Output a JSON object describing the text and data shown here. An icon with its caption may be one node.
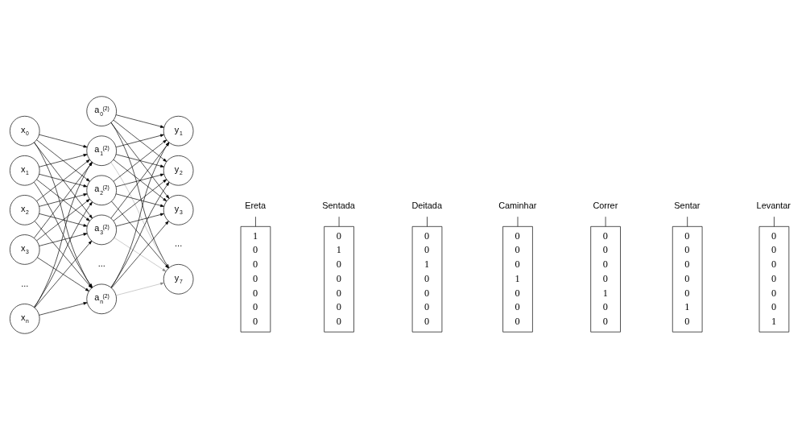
{
  "diagram": {
    "nodes": [
      {
        "text": [
          "x$_{0}$"
        ]
      },
      {
        "text": [
          "x$_{1}$"
        ]
      },
      {
        "text": [
          "x$_{2}$"
        ]
      },
      {
        "text": [
          "x$_{3}$"
        ]
      },
      {
        "text": [
          "x$_{n}$"
        ]
      },
      {
        "text": [
          "a$_{0}$$^{(2)}$"
        ]
      },
      {
        "text": [
          "a$_{1}$$^{(2)}$"
        ]
      },
      {
        "text": [
          "a$_{2}$$^{(2)}$"
        ]
      },
      {
        "text": [
          "a$_{3}$$^{(2)}$"
        ]
      },
      {
        "text": [
          "a$_{n}$$^{(2)}$"
        ]
      },
      {
        "text": [
          "y$_{1}$"
        ]
      },
      {
        "text": [
          "y$_{2}$"
        ]
      },
      {
        "text": [
          "y$_{3}$"
        ]
      },
      {
        "text": [
          "y$_{7}$"
        ]
      },
      {
        "text": [
          "Ereta"
        ]
      },
      {
        "text": [
          "Deitada"
        ]
      },
      {
        "text": [
          "Correr"
        ]
      },
      {
        "text": [
          "Levantar"
        ]
      },
      {
        "text": [
          "1 0 0 0 0 0 0"
        ]
      },
      {
        "text": [
          "0 1 0 0 0 0 0"
        ]
      },
      {
        "text": [
          "0 0 1 0 0 0 0"
        ]
      },
      {
        "text": [
          "0 0 0 1 0 0 0"
        ]
      },
      {
        "text": [
          "0 0 0 0 1 0 0"
        ]
      },
      {
        "text": [
          "0 0 0 0 0 1 0"
        ]
      },
      {
        "text": [
          "0 0 0 0 0 0 1"
        ]
      },
      {
        "text": [
          "Sentada"
        ]
      },
      {
        "text": [
          "Caminhar"
        ]
      },
      {
        "text": [
          "Sentar"
        ]
      }
    ],
    "edges": [
      {
        "from": 0,
        "to": 6,
        "arrow": "to"
      },
      {
        "from": 0,
        "to": 7,
        "arrow": "to"
      },
      {
        "from": 0,
        "to": 8,
        "arrow": "to"
      },
      {
        "from": 0,
        "to": 9,
        "arrow": "to"
      },
      {
        "from": 1,
        "to": 6,
        "arrow": "to"
      },
      {
        "from": 1,
        "to": 7,
        "arrow": "to"
      },
      {
        "from": 1,
        "to": 8,
        "arrow": "to"
      },
      {
        "from": 1,
        "to": 9,
        "arrow": "to"
      },
      {
        "from": 2,
        "to": 6,
        "arrow": "to"
      },
      {
        "from": 2,
        "to": 7,
        "arrow": "to"
      },
      {
        "from": 2,
        "to": 8,
        "arrow": "to"
      },
      {
        "from": 2,
        "to": 9,
        "arrow": "to"
      },
      {
        "from": 3,
        "to": 6,
        "arrow": "to"
      },
      {
        "from": 3,
        "to": 7,
        "arrow": "to"
      },
      {
        "from": 3,
        "to": 8,
        "arrow": "to"
      },
      {
        "from": 3,
        "to": 9,
        "arrow": "to"
      },
      {
        "from": 4,
        "to": 6,
        "arrow": "to"
      },
      {
        "from": 4,
        "to": 7,
        "arrow": "to"
      },
      {
        "from": 4,
        "to": 8,
        "arrow": "to"
      },
      {
        "from": 4,
        "to": 9,
        "arrow": "to"
      },
      {
        "from": 5,
        "to": 10,
        "arrow": "to"
      },
      {
        "from": 5,
        "to": 11,
        "arrow": "to"
      },
      {
        "from": 5,
        "to": 12,
        "arrow": "to"
      },
      {
        "from": 5,
        "to": 13,
        "arrow": "to"
      },
      {
        "from": 6,
        "to": 10,
        "arrow": "to"
      },
      {
        "from": 6,
        "to": 11,
        "arrow": "to"
      },
      {
        "from": 6,
        "to": 12,
        "arrow": "to"
      },
      {
        "from": 6,
        "to": 13,
        "arrow": "to",
        "color": "#808080"
      },
      {
        "from": 7,
        "to": 10,
        "arrow": "to"
      },
      {
        "from": 7,
        "to": 11,
        "arrow": "to"
      },
      {
        "from": 7,
        "to": 12,
        "arrow": "to"
      },
      {
        "from": 7,
        "to": 13,
        "arrow": "to"
      },
      {
        "from": 8,
        "to": 10,
        "arrow": "to"
      },
      {
        "from": 8,
        "to": 11,
        "arrow": "to"
      },
      {
        "from": 8,
        "to": 12,
        "arrow": "to"
      },
      {
        "from": 8,
        "to": 13,
        "arrow": "to",
        "color": "#808080"
      },
      {
        "from": 9,
        "to": 10,
        "arrow": "to"
      },
      {
        "from": 9,
        "to": 11,
        "arrow": "to"
      },
      {
        "from": 9,
        "to": 12,
        "arrow": "to"
      },
      {
        "from": 9,
        "to": 13,
        "arrow": "to",
        "color": "#808080"
      },
      {
        "from": 14,
        "to": 18,
        "arrow": "none"
      },
      {
        "from": 25,
        "to": 19,
        "arrow": "none"
      },
      {
        "from": 15,
        "to": 20,
        "arrow": "none"
      },
      {
        "from": 26,
        "to": 21,
        "arrow": "none"
      },
      {
        "from": 16,
        "to": 22,
        "arrow": "none"
      },
      {
        "from": 27,
        "to": 23,
        "arrow": "none"
      },
      {
        "from": 17,
        "to": 24,
        "arrow": "none"
      }
    ],
    "labels": [
      "...",
      "...",
      "..."
    ]
  }
}
